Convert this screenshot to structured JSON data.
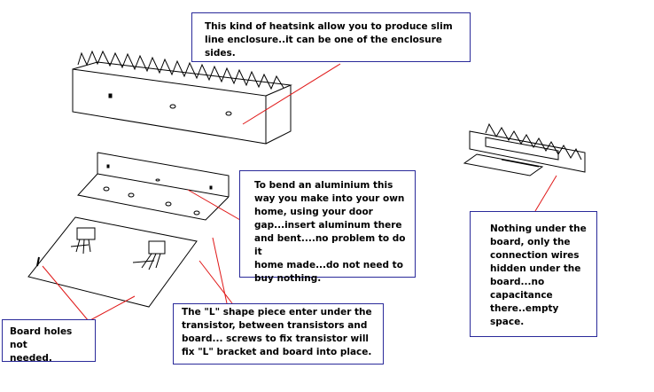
{
  "notes": {
    "heatsink": "This kind of heatsink allow you to produce slim\nline enclosure..it can be one of the enclosure\nsides.",
    "bend_aluminium": "To bend an aluminium this\nway you make into your own\nhome, using your door\ngap...insert aluminum there\nand bent....no problem to do it\nhome made...do not need to\nbuy nothing.",
    "nothing_under_board": "Nothing under the\nboard, only the\nconnection wires\nhidden under the\nboard...no\ncapacitance\nthere..empty space.",
    "board_holes": "Board holes not\nneeded.",
    "l_shape": "The \"L\" shape piece enter under the\ntransistor, between transistors and\nboard... screws to fix transistor will\nfix \"L\" bracket and board into place."
  },
  "colors": {
    "leader_line": "#e01818",
    "box_border": "#2a2a9a",
    "drawing": "#000000"
  }
}
